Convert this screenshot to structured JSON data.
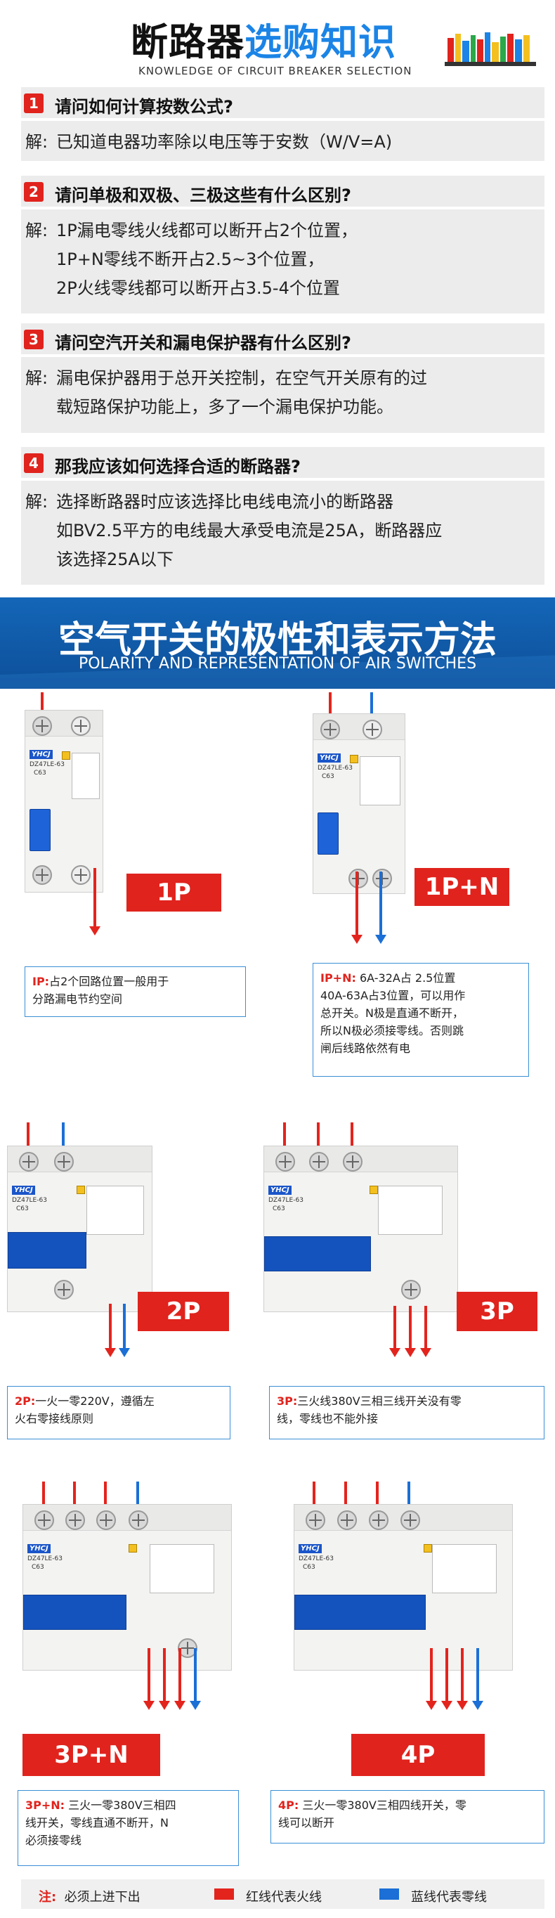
{
  "header": {
    "title_black": "断路器",
    "title_blue": "选购知识",
    "subtitle": "KNOWLEDGE OF CIRCUIT BREAKER SELECTION"
  },
  "qa": [
    {
      "num": "1",
      "question": "请问如何计算按数公式?",
      "answer_label": "解:",
      "answer": [
        "已知道电器功率除以电压等于安数（W/V=A)"
      ]
    },
    {
      "num": "2",
      "question": "请问单极和双极、三极这些有什么区别?",
      "answer_label": "解:",
      "answer": [
        "1P漏电零线火线都可以断开占2个位置，",
        "1P+N零线不断开占2.5~3个位置，",
        "2P火线零线都可以断开占3.5-4个位置"
      ]
    },
    {
      "num": "3",
      "question": "请问空汽开关和漏电保护器有什么区别?",
      "answer_label": "解:",
      "answer": [
        "漏电保护器用于总开关控制，在空气开关原有的过",
        "载短路保护功能上，多了一个漏电保护功能。"
      ]
    },
    {
      "num": "4",
      "question": "那我应该如何选择合适的断路器?",
      "answer_label": "解:",
      "answer": [
        "选择断路器时应该选择比电线电流小的断路器",
        "如BV2.5平方的电线最大承受电流是25A，断路器应",
        "该选择25A以下"
      ]
    }
  ],
  "banner": {
    "title": "空气开关的极性和表示方法",
    "subtitle": "POLARITY AND REPRESENTATION OF AIR SWITCHES"
  },
  "breaker_text": {
    "brand": "YHCJ",
    "model": "DZ47LE-63",
    "rating": "C63"
  },
  "poles": {
    "p1": {
      "tag": "1P",
      "key": "IP:",
      "desc": [
        "占2个回路位置一般用于",
        "分路漏电节约空间"
      ]
    },
    "p1n": {
      "tag": "1P+N",
      "key": "IP+N:",
      "desc": [
        "6A-32A占 2.5位置",
        "40A-63A占3位置，可以用作",
        "总开关。N极是直通不断开，",
        "所以N极必须接零线。否则跳",
        "闸后线路依然有电"
      ]
    },
    "p2": {
      "tag": "2P",
      "key": "2P:",
      "desc": [
        "一火一零220V，遵循左",
        "火右零接线原则"
      ]
    },
    "p3": {
      "tag": "3P",
      "key": "3P:",
      "desc": [
        "三火线380V三相三线开关没有零",
        "线，零线也不能外接"
      ]
    },
    "p3n": {
      "tag": "3P+N",
      "key": "3P+N:",
      "desc": [
        "三火一零380V三相四",
        "线开关，零线直通不断开，N",
        "必须接零线"
      ]
    },
    "p4": {
      "tag": "4P",
      "key": "4P:",
      "desc": [
        "三火一零380V三相四线开关，零",
        "线可以断开"
      ]
    }
  },
  "legend": {
    "note_key": "注:",
    "note": "必须上进下出",
    "red_label": "红线代表火线",
    "blue_label": "蓝线代表零线",
    "red_color": "#e3241d",
    "blue_color": "#1b6fd6"
  }
}
